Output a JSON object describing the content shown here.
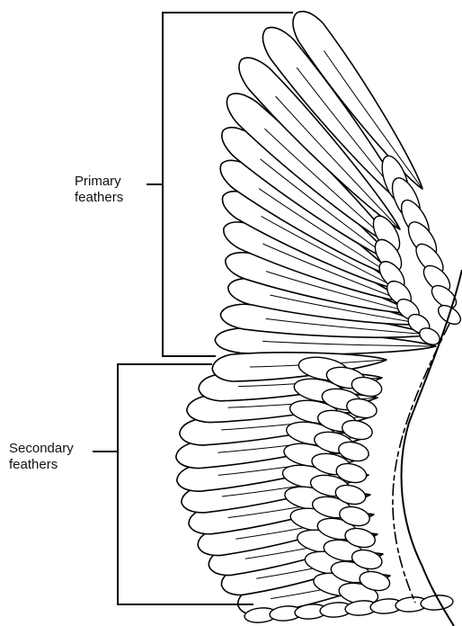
{
  "labels": {
    "primary": {
      "line1": "Primary",
      "line2": "feathers"
    },
    "secondary": {
      "line1": "Secondary",
      "line2": "feathers"
    }
  },
  "colors": {
    "background": "#ffffff",
    "line": "#000000",
    "feather_fill": "#ffffff"
  }
}
